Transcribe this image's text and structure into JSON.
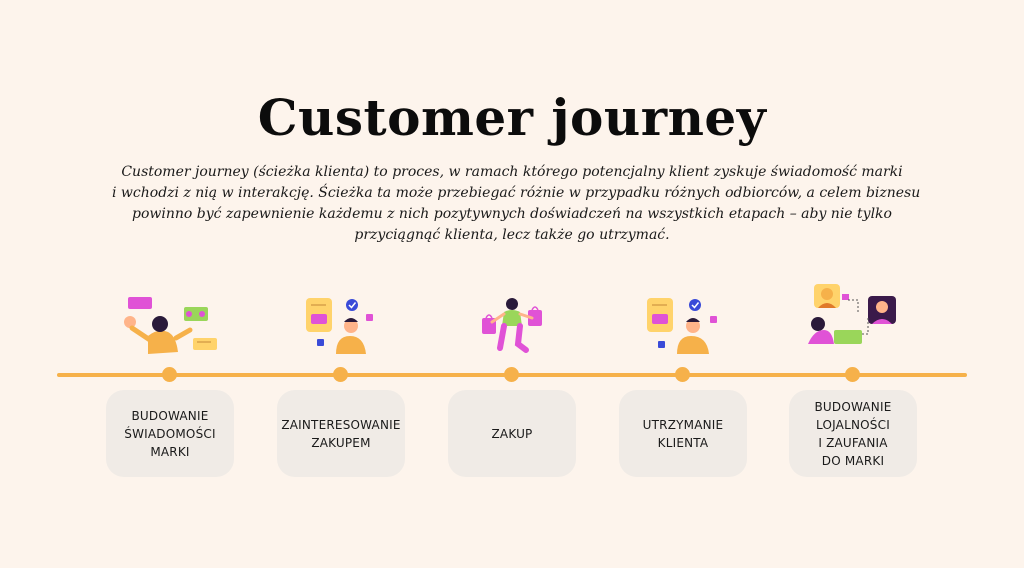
{
  "title": "Customer journey",
  "description_lines": [
    "Customer journey (ścieżka klienta) to proces, w ramach którego potencjalny klient zyskuje świadomość marki",
    "i wchodzi z nią w interakcję. Ścieżka ta może przebiegać różnie w przypadku różnych odbiorców, a celem biznesu",
    "powinno być zapewnienie każdemu z nich pozytywnych doświadczeń na wszystkich etapach – aby nie tylko",
    "przyciągnąć klienta, lecz także go utrzymać."
  ],
  "stages": [
    {
      "label": "BUDOWANIE\nŚWIADOMOŚCI\nMARKI",
      "icon": "brand-awareness-illustration"
    },
    {
      "label": "ZAINTERESOWANIE\nZAKUPEM",
      "icon": "purchase-interest-illustration"
    },
    {
      "label": "ZAKUP",
      "icon": "shopping-illustration"
    },
    {
      "label": "UTRZYMANIE\nKLIENTA",
      "icon": "customer-retention-illustration"
    },
    {
      "label": "BUDOWANIE\nLOJALNOŚCI\nI ZAUFANIA\nDO MARKI",
      "icon": "loyalty-trust-illustration"
    }
  ],
  "colors": {
    "background": "#fdf4ec",
    "timeline": "#f6b14a",
    "box": "#f0ebe6",
    "accent_pink": "#e052d6",
    "accent_green": "#9ad65a",
    "accent_yellow": "#ffd36b",
    "accent_blue": "#3a4bd8"
  }
}
